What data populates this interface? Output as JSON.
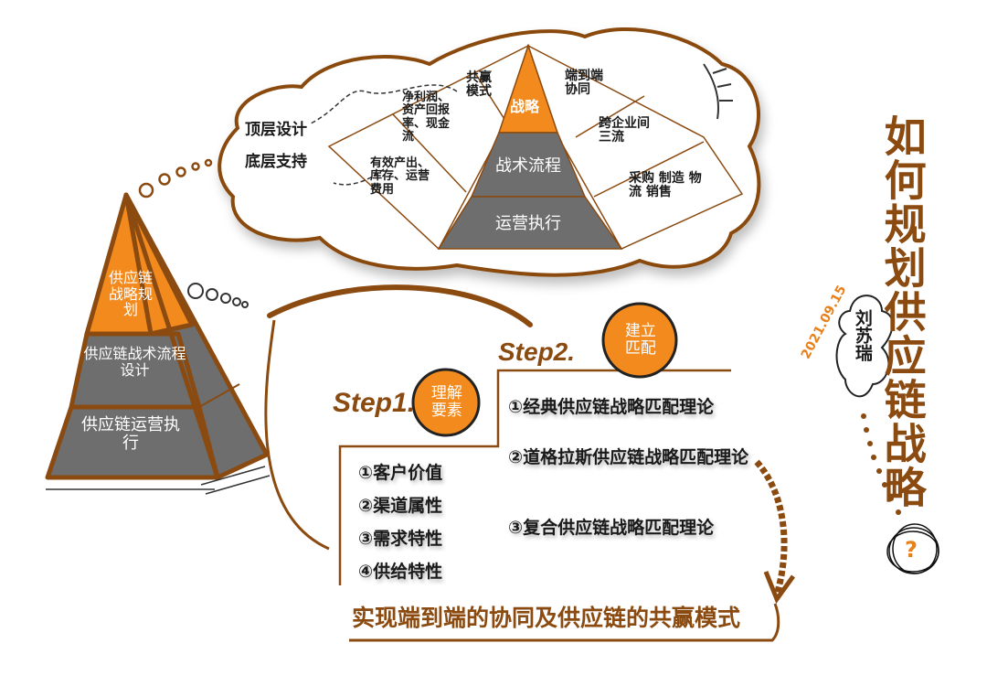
{
  "title": "如何规划供应链战略",
  "date": "2021.09.15",
  "author": "刘苏瑞",
  "question_mark": "?",
  "cloud": {
    "pyramid": [
      "战略",
      "战术流程",
      "运营执行"
    ],
    "left_labels": [
      "共赢模式",
      "净利润、资产回报率、现金流",
      "有效产出、库存、运营费用"
    ],
    "right_labels": [
      "端到端协同",
      "跨企业间三流",
      "采购 制造 物流 销售"
    ],
    "top_design": "顶层设计",
    "bottom_support": "底层支持"
  },
  "left_pyramid": [
    "供应链战略规划",
    "供应链战术流程设计",
    "供应链运营执行"
  ],
  "step1": {
    "label": "Step1.",
    "badge": "理解要素",
    "items": [
      "①客户价值",
      "②渠道属性",
      "③需求特性",
      "④供给特性"
    ]
  },
  "step2": {
    "label": "Step2.",
    "badge": "建立匹配",
    "items": [
      "①经典供应链战略匹配理论",
      "②道格拉斯供应链战略匹配理论",
      "③复合供应链战略匹配理论"
    ]
  },
  "conclusion": "实现端到端的协同及供应链的共赢模式",
  "colors": {
    "orange": "#f28a1e",
    "gray": "#6e6e6e",
    "brown": "#8a4a10"
  }
}
